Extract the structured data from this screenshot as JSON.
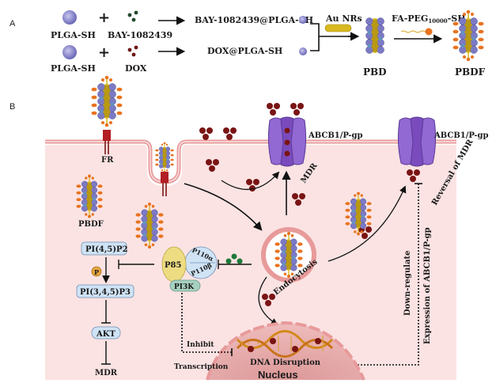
{
  "panels": {
    "a": "A",
    "b": "B"
  },
  "panel_a": {
    "row1": {
      "carrier": "PLGA-SH",
      "plus": "+",
      "drug": "BAY-1082439",
      "product": "BAY-1082439@PLGA-SH"
    },
    "row2": {
      "carrier": "PLGA-SH",
      "plus": "+",
      "drug": "DOX",
      "product": "DOX@PLGA-SH"
    },
    "au_nrs": "Au NRs",
    "peg_label_main": "FA-PEG",
    "peg_label_sub": "10000",
    "peg_label_end": "-SH",
    "pbd": "PBD",
    "pbdf": "PBDF"
  },
  "panel_b": {
    "fr": "FR",
    "pbdf": "PBDF",
    "pgp_left": "ABCB1/P-gp",
    "pgp_right": "ABCB1/P-gp",
    "mdr_arrow": "MDR",
    "reversal": "Reversal of MDR",
    "endocytosis": "Endocytosis",
    "down_regulate": "Down-regulate",
    "expression": "Expression of ABCB1/P-gp",
    "pathway": {
      "pip2": "PI(4,5)P2",
      "p": "P",
      "pip3": "PI(3,4,5)P3",
      "akt": "AKT",
      "mdr": "MDR"
    },
    "pi3k": {
      "p85": "P85",
      "p110a": "P110α",
      "p110b": "P110β",
      "pi3k": "PI3K"
    },
    "inhibit": "Inhibit",
    "transcription": "Transcription",
    "dna": "DNA Disruption",
    "nucleus": "Nucleus"
  },
  "colors": {
    "cytoplasm": "#fbe3e3",
    "membrane": "#e89a9a",
    "pgp": "#8a5cc9",
    "dox": "#7a1414",
    "bay": "#1f5f2f",
    "gold": "#d4b51c",
    "fa": "#e8731f",
    "nucleus": "#e7aaa9",
    "pathway_box": "#cfe3f5"
  }
}
